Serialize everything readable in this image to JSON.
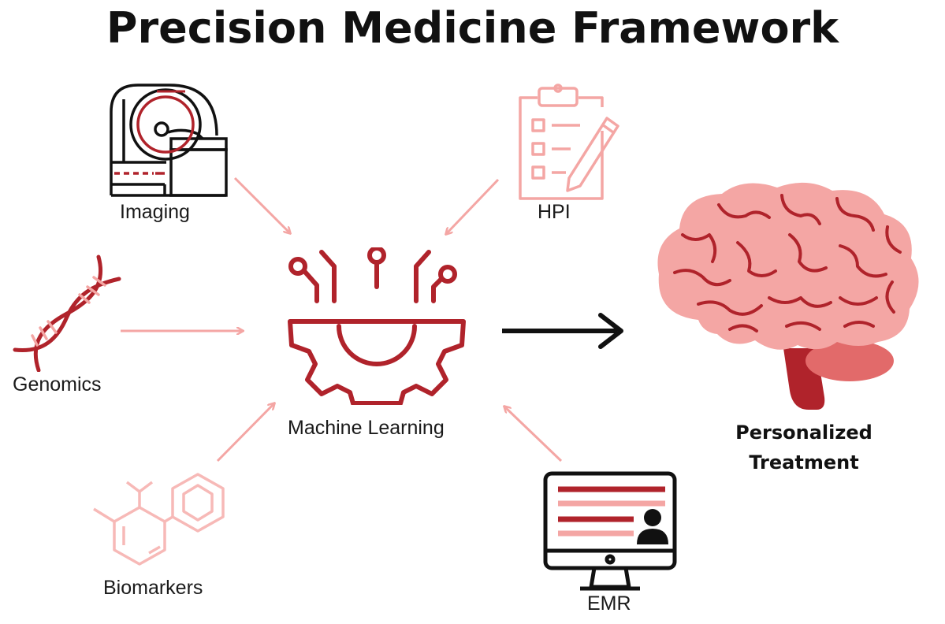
{
  "title": "Precision Medicine Framework",
  "inputs": {
    "imaging": "Imaging",
    "hpi": "HPI",
    "genomics": "Genomics",
    "biomarkers": "Biomarkers",
    "emr": "EMR"
  },
  "process": {
    "label": "Machine Learning"
  },
  "output": {
    "line1": "Personalized",
    "line2": "Treatment"
  },
  "icons": {
    "imaging": "mri-scanner-icon",
    "hpi": "clipboard-checklist-icon",
    "genomics": "dna-helix-icon",
    "biomarkers": "molecule-icon",
    "emr": "computer-monitor-record-icon",
    "process": "gear-circuit-icon",
    "output": "brain-icon"
  },
  "colors": {
    "dark_red": "#b0232b",
    "pink": "#f4a6a4",
    "light_pink": "#f7b9b7",
    "black": "#111111"
  }
}
